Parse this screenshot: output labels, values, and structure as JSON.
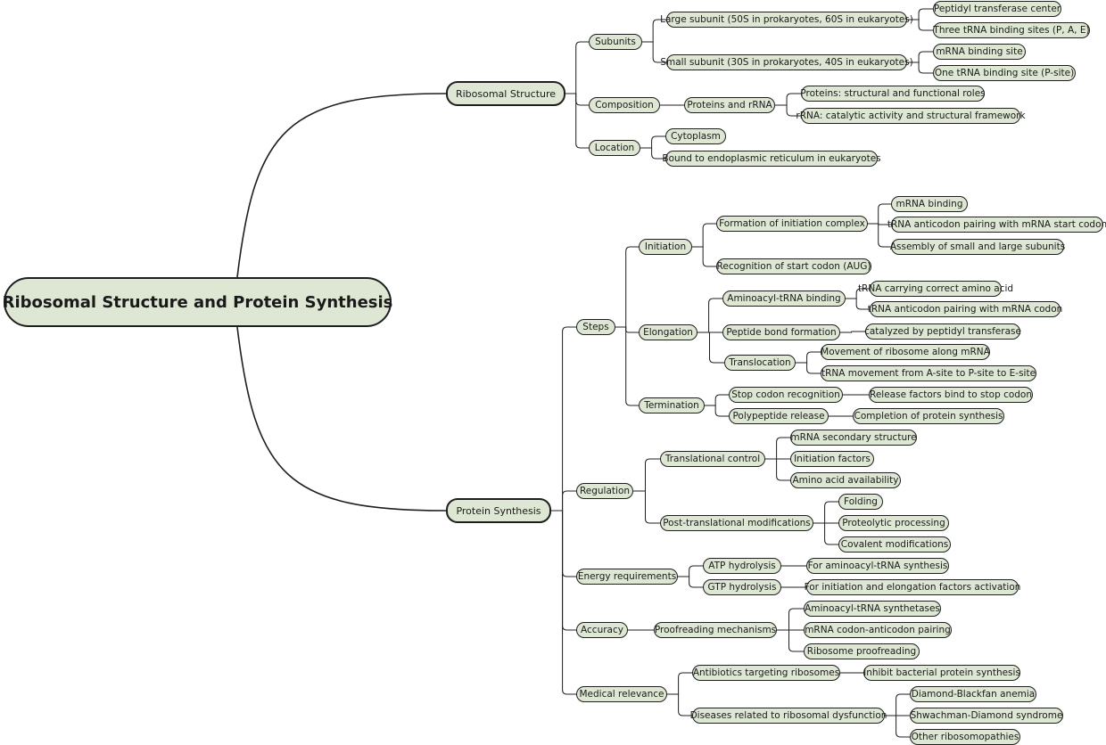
{
  "root": "Ribosomal Structure and Protein Synthesis",
  "branches": {
    "structure": {
      "label": "Ribosomal Structure",
      "subunits": {
        "label": "Subunits",
        "large": {
          "label": "Large subunit (50S in prokaryotes, 60S in eukaryotes)",
          "items": [
            "Peptidyl transferase center",
            "Three tRNA binding sites (P, A, E)"
          ]
        },
        "small": {
          "label": "Small subunit (30S in prokaryotes, 40S in eukaryotes)",
          "items": [
            "mRNA binding site",
            "One tRNA binding site (P-site)"
          ]
        }
      },
      "composition": {
        "label": "Composition",
        "proteins_rrna": {
          "label": "Proteins and rRNA",
          "items": [
            "Proteins: structural and functional roles",
            "rRNA: catalytic activity and structural framework"
          ]
        }
      },
      "location": {
        "label": "Location",
        "items": [
          "Cytoplasm",
          "Bound to endoplasmic reticulum in eukaryotes"
        ]
      }
    },
    "synthesis": {
      "label": "Protein Synthesis",
      "steps": {
        "label": "Steps",
        "initiation": {
          "label": "Initiation",
          "complex": {
            "label": "Formation of initiation complex",
            "items": [
              "mRNA binding",
              "tRNA anticodon pairing with mRNA start codon",
              "Assembly of small and large subunits"
            ]
          },
          "start_codon": "Recognition of start codon (AUG)"
        },
        "elongation": {
          "label": "Elongation",
          "aminoacyl": {
            "label": "Aminoacyl-tRNA binding",
            "items": [
              "tRNA carrying correct amino acid",
              "tRNA anticodon pairing with mRNA codon"
            ]
          },
          "peptide_bond": {
            "label": "Peptide bond formation",
            "items": [
              "catalyzed by peptidyl transferase"
            ]
          },
          "translocation": {
            "label": "Translocation",
            "items": [
              "Movement of ribosome along mRNA",
              "tRNA movement from A-site to P-site to E-site"
            ]
          }
        },
        "termination": {
          "label": "Termination",
          "stop_codon": {
            "label": "Stop codon recognition",
            "items": [
              "Release factors bind to stop codon"
            ]
          },
          "release": {
            "label": "Polypeptide release",
            "items": [
              "Completion of protein synthesis"
            ]
          }
        }
      },
      "regulation": {
        "label": "Regulation",
        "translational": {
          "label": "Translational control",
          "items": [
            "mRNA secondary structure",
            "Initiation factors",
            "Amino acid availability"
          ]
        },
        "post_translational": {
          "label": "Post-translational modifications",
          "items": [
            "Folding",
            "Proteolytic processing",
            "Covalent modifications"
          ]
        }
      },
      "energy": {
        "label": "Energy requirements",
        "atp": {
          "label": "ATP hydrolysis",
          "items": [
            "For aminoacyl-tRNA synthesis"
          ]
        },
        "gtp": {
          "label": "GTP hydrolysis",
          "items": [
            "For initiation and elongation factors activation"
          ]
        }
      },
      "accuracy": {
        "label": "Accuracy",
        "proofreading": {
          "label": "Proofreading mechanisms",
          "items": [
            "Aminoacyl-tRNA synthetases",
            "mRNA codon-anticodon pairing",
            "Ribosome proofreading"
          ]
        }
      },
      "medical": {
        "label": "Medical relevance",
        "antibiotics": {
          "label": "Antibiotics targeting ribosomes",
          "items": [
            "Inhibit bacterial protein synthesis"
          ]
        },
        "diseases": {
          "label": "Diseases related to ribosomal dysfunction",
          "items": [
            "Diamond-Blackfan anemia",
            "Shwachman-Diamond syndrome",
            "Other ribosomopathies"
          ]
        }
      }
    }
  },
  "colors": {
    "node_fill": "#dde7d3",
    "line": "#1f1f1f",
    "background": "#ffffff"
  }
}
